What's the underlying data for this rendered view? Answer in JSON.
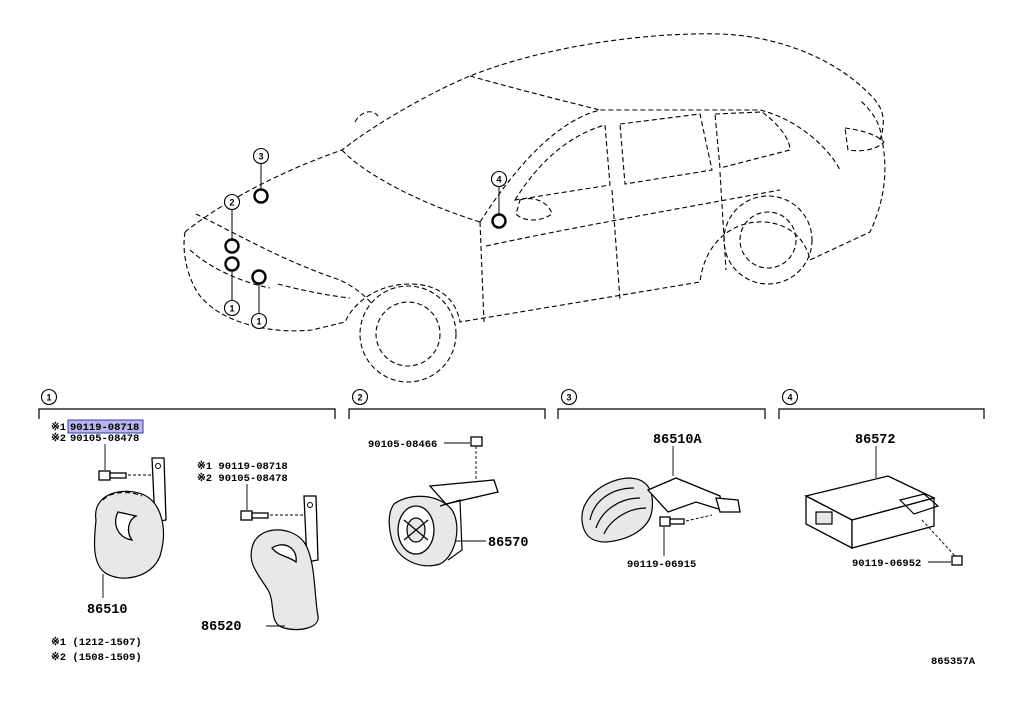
{
  "callouts": {
    "one": "1",
    "two": "2",
    "three": "3",
    "four": "4"
  },
  "section1": {
    "note1_mark": "※1",
    "note1_part": "90119-08718",
    "note2_mark": "※2",
    "note2_part": "90105-08478",
    "horn_low": "86510",
    "horn_high": "86520",
    "bolt2_note1": "※1 90119-08718",
    "bolt2_note2": "※2 90105-08478",
    "footnote1": "※1 (1212-1507)",
    "footnote2": "※2 (1508-1509)"
  },
  "section2": {
    "bolt": "90105-08466",
    "part": "86570"
  },
  "section3": {
    "part": "86510A",
    "bolt": "90119-06915"
  },
  "section4": {
    "part": "86572",
    "bolt": "90119-06952"
  },
  "diagram_id": "865357A"
}
